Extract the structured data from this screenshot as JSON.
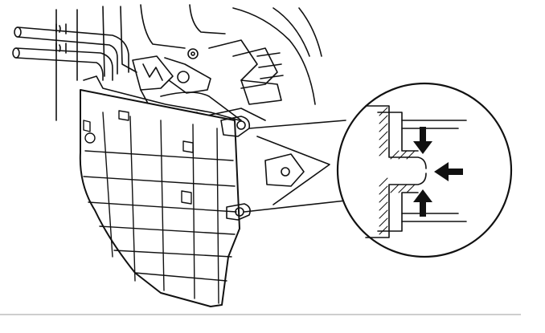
{
  "figure": {
    "background": "#ffffff",
    "line_color": "#111111",
    "rule_color": "#b0b0b0",
    "callout": {
      "arrows": [
        "arrow-down",
        "arrow-left",
        "arrow-up"
      ]
    }
  }
}
